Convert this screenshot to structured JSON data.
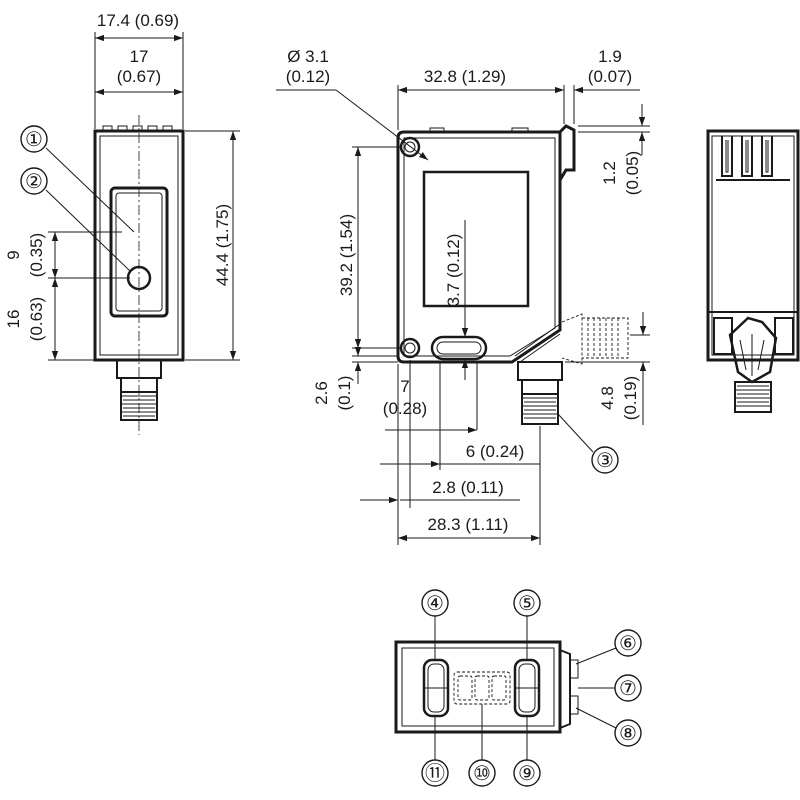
{
  "dimensions": {
    "width_overall": "17.4 (0.69)",
    "width_body_mm": "17",
    "width_body_in": "(0.67)",
    "height_overall": "44.4 (1.75)",
    "pos_9_mm": "9",
    "pos_9_in": "(0.35)",
    "pos_16_mm": "16",
    "pos_16_in": "(0.63)",
    "hole_dia_mm": "Ø 3.1",
    "hole_dia_in": "(0.12)",
    "length_top": "32.8 (1.29)",
    "offset_1_9_mm": "1.9",
    "offset_1_9_in": "(0.07)",
    "offset_1_2_mm": "1.2",
    "offset_1_2_in": "(0.05)",
    "height_39_2": "39.2 (1.54)",
    "slot_3_7": "3.7 (0.12)",
    "offset_2_6_mm": "2.6",
    "offset_2_6_in": "(0.1)",
    "dist_7_mm": "7",
    "dist_7_in": "(0.28)",
    "dist_6": "6 (0.24)",
    "dist_2_8": "2.8 (0.11)",
    "dist_28_3": "28.3 (1.11)",
    "offset_4_8_mm": "4.8",
    "offset_4_8_in": "(0.19)"
  },
  "callouts": [
    "①",
    "②",
    "③",
    "④",
    "⑤",
    "⑥",
    "⑦",
    "⑧",
    "⑨",
    "⑩",
    "⑪"
  ]
}
